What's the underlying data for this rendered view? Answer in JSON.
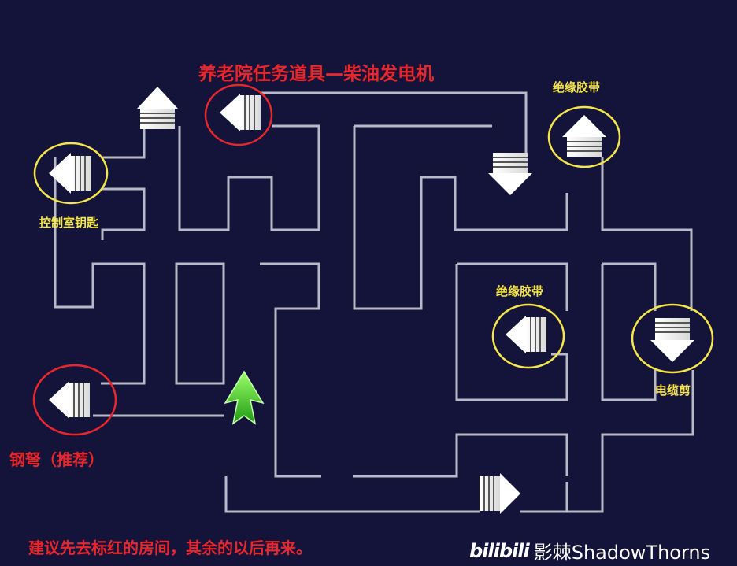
{
  "labels": {
    "generator_title": "养老院任务道具—柴油发电机",
    "tape_top": "绝缘胶带",
    "control_key": "控制室钥匙",
    "tape_mid": "绝缘胶带",
    "cable_cutter": "电缆剪",
    "crossbow": "钢弩（推荐）",
    "hint": "建议先去标红的房间，其余的以后再来。"
  },
  "watermark": {
    "logo": "bilibili",
    "author": "影棘ShadowThorns"
  },
  "colors": {
    "background": "#14133a",
    "wall": "#b8b8c8",
    "red_mark": "#e8272c",
    "yellow_mark": "#f5e64a",
    "player": "#3fd42a"
  },
  "icons": {
    "room_arrow": "striped-arrow-icon",
    "player": "green-player-arrow-icon"
  }
}
